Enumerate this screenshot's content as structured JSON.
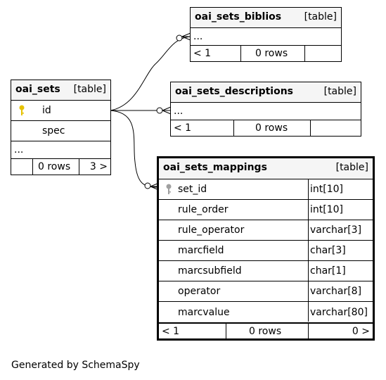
{
  "tables": {
    "oai_sets": {
      "name": "oai_sets",
      "kind": "[table]",
      "columns": [
        {
          "name": "id"
        },
        {
          "name": "spec"
        }
      ],
      "more": "...",
      "footer": {
        "left": "",
        "middle": "0 rows",
        "right": "3 >"
      }
    },
    "oai_sets_biblios": {
      "name": "oai_sets_biblios",
      "kind": "[table]",
      "more": "...",
      "footer": {
        "left": "< 1",
        "middle": "0 rows",
        "right": ""
      }
    },
    "oai_sets_descriptions": {
      "name": "oai_sets_descriptions",
      "kind": "[table]",
      "more": "...",
      "footer": {
        "left": "< 1",
        "middle": "0 rows",
        "right": ""
      }
    },
    "oai_sets_mappings": {
      "name": "oai_sets_mappings",
      "kind": "[table]",
      "columns": [
        {
          "name": "set_id",
          "type": "int[10]"
        },
        {
          "name": "rule_order",
          "type": "int[10]"
        },
        {
          "name": "rule_operator",
          "type": "varchar[3]"
        },
        {
          "name": "marcfield",
          "type": "char[3]"
        },
        {
          "name": "marcsubfield",
          "type": "char[1]"
        },
        {
          "name": "operator",
          "type": "varchar[8]"
        },
        {
          "name": "marcvalue",
          "type": "varchar[80]"
        }
      ],
      "footer": {
        "left": "< 1",
        "middle": "0 rows",
        "right": "0 >"
      }
    }
  },
  "generated_by": "Generated by SchemaSpy",
  "colors": {
    "primary_key": "#e6c200",
    "foreign_key": "#a0a0a0",
    "header_bg": "#f5f5f5"
  }
}
